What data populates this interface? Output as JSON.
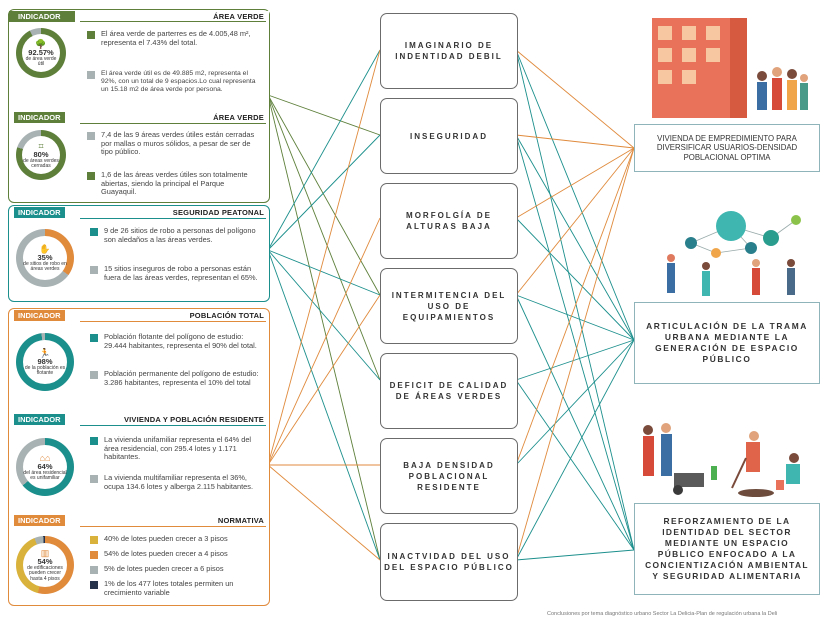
{
  "colors": {
    "green": "#5d7f3a",
    "teal": "#1b8f8c",
    "orange": "#e08a3c",
    "grey": "#a9b2b3",
    "navy": "#25324a",
    "gold": "#d9b23c"
  },
  "indicators": [
    {
      "label": "INDICADOR",
      "title": "ÁREA VERDE"
    },
    {
      "label": "INDICADOR",
      "title": "ÁREA VERDE"
    },
    {
      "label": "INDICADOR",
      "title": "SEGURIDAD PEATONAL"
    },
    {
      "label": "INDICADOR",
      "title": "POBLACIÓN TOTAL"
    },
    {
      "label": "INDICADOR",
      "title": "VIVIENDA Y POBLACIÓN RESIDENTE"
    },
    {
      "label": "INDICADOR",
      "title": "NORMATIVA"
    }
  ],
  "donuts": [
    {
      "icon": "tree-icon",
      "pct": "92.57%",
      "caption": "de área verde útil",
      "value": 0.9257
    },
    {
      "icon": "fence-icon",
      "pct": "80%",
      "caption": "de áreas verdes cerradas",
      "value": 0.8
    },
    {
      "icon": "robbery-icon",
      "pct": "35%",
      "caption": "de sitios de robo en áreas verdes",
      "value": 0.35
    },
    {
      "icon": "runner-icon",
      "pct": "98%",
      "caption": "de la población es flotante",
      "value": 0.98
    },
    {
      "icon": "houses-icon",
      "pct": "64%",
      "caption": "del área residencial es unifamiliar",
      "value": 0.64
    },
    {
      "icon": "building-icon",
      "pct": "54%",
      "caption": "de edificaciones pueden crecer hasta 4 pisos",
      "value": 0.54
    }
  ],
  "bullets": {
    "area1": [
      "El área verde de parterres es de 4.005,48 m², representa el 7.43% del total.",
      "El área verde útil es de 49.885 m2, representa el 92%, con un total de 9 espacios.Lo cual representa un 15.18 m2 de área verde por persona."
    ],
    "area2": [
      "7,4 de las 9 áreas verdes útiles están cerradas por mallas o muros sólidos, a pesar de ser de tipo público.",
      "1,6 de las áreas verdes útiles son totalmente abiertas, siendo la principal el Parque Guayaquil."
    ],
    "seguridad": [
      "9 de 26 sitios de robo a personas del polígono son aledaños a las áreas verdes.",
      "15 sitios inseguros de robo a personas están fuera de las áreas verdes, representan el 65%."
    ],
    "poblacion": [
      "Población flotante del polígono de estudio: 29.444 habitantes, representa el 90% del total.",
      "Población permanente del polígono de estudio: 3.286 habitantes, representa el 10% del total"
    ],
    "vivienda": [
      "La vivienda unifamiliar representa el 64% del área residencial, con 295.4 lotes y 1.171 habitantes.",
      "La vivienda multifamiliar representa el 36%, ocupa 134.6 lotes y alberga 2.115 habitantes."
    ],
    "normativa": [
      "40% de lotes pueden crecer a 3 pisos",
      "54% de lotes pueden crecer a 4 pisos",
      "5% de lotes pueden crecer a 6 pisos",
      "1% de los 477 lotes totales permiten un crecimiento variable"
    ]
  },
  "problems": [
    "IMAGINARIO DE INDENTIDAD DEBIL",
    "INSEGURIDAD",
    "MORFOLGÍA DE ALTURAS BAJA",
    "INTERMITENCIA DEL USO DE EQUIPAMIENTOS",
    "DEFICIT DE CALIDAD DE ÁREAS VERDES",
    "BAJA DENSIDAD POBLACIONAL RESIDENTE",
    "INACTVIDAD DEL USO DEL ESPACIO PÚBLICO"
  ],
  "strategies": [
    "VIVIENDA DE EMPREDIMIENTO PARA DIVERSIFICAR USUARIOS-DENSIDAD POBLACIONAL OPTIMA",
    "ARTICULACIÓN DE LA TRAMA URBANA MEDIANTE LA GENERACIÓN DE ESPACIO PÚBLICO",
    "REFORZAMIENTO DE LA IDENTIDAD DEL SECTOR MEDIANTE UN ESPACIO PÚBLICO ENFOCADO A LA CONCIENTIZACIÓN AMBIENTAL Y SEGURIDAD ALIMENTARIA"
  ],
  "illustrations": [
    "building-people-illustration",
    "network-people-illustration",
    "gardening-people-illustration"
  ],
  "footnote": "Conclusiones por tema diagnóstico urbano Sector La Delicia-Plan de regulación urbana la Deli"
}
